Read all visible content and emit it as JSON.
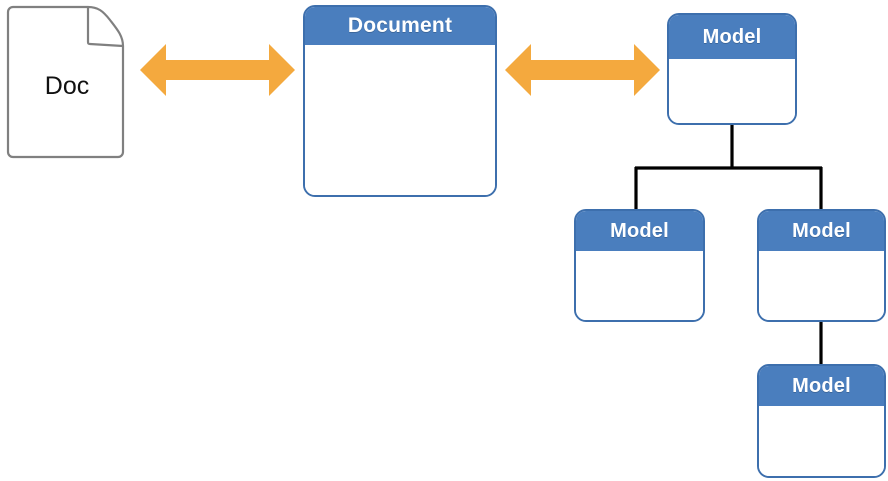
{
  "diagram": {
    "title": "Document to Model mapping diagram",
    "colors": {
      "node_header_blue": "#4a7ebe",
      "node_border_blue": "#3d6fad",
      "arrow_orange": "#f4a93e",
      "doc_outline_gray": "#808080",
      "connector_black": "#000000",
      "node_body_white": "#ffffff",
      "background": "#ffffff"
    },
    "nodes": {
      "doc": {
        "label": "Doc",
        "shape": "document-page-with-folded-corner"
      },
      "document": {
        "label": "Document",
        "shape": "rounded-rect-with-header"
      },
      "model_root": {
        "label": "Model",
        "shape": "rounded-rect-with-header"
      },
      "model_child_left": {
        "label": "Model",
        "shape": "rounded-rect-with-header"
      },
      "model_child_right": {
        "label": "Model",
        "shape": "rounded-rect-with-header"
      },
      "model_grandchild": {
        "label": "Model",
        "shape": "rounded-rect-with-header"
      }
    },
    "connectors": {
      "doc_to_document": {
        "type": "double-headed-arrow",
        "color": "#f4a93e"
      },
      "document_to_model": {
        "type": "double-headed-arrow",
        "color": "#f4a93e"
      },
      "model_tree": {
        "type": "orthogonal-tree-lines",
        "color": "#000000"
      }
    }
  }
}
